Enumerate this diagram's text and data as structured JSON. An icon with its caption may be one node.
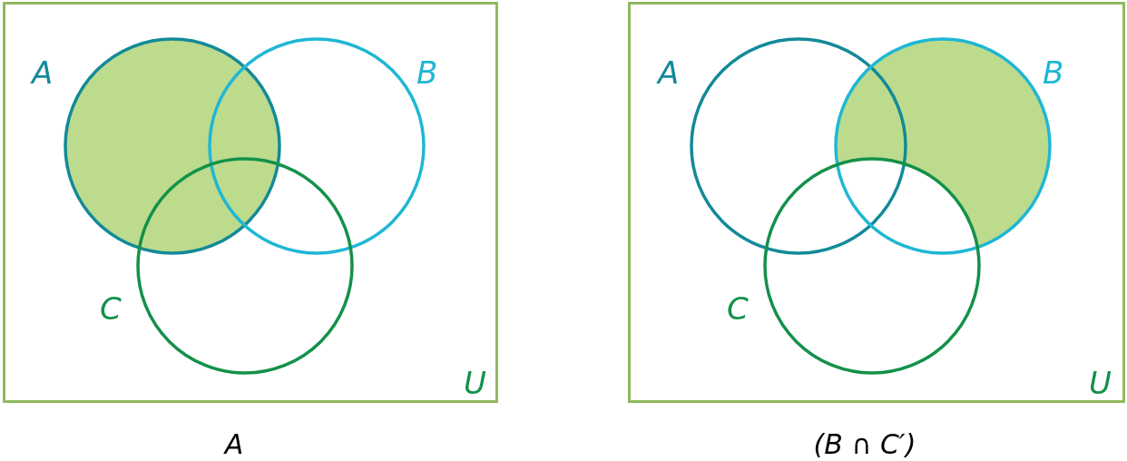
{
  "diagram": {
    "nodes": [
      {
        "text": [
          "U"
        ],
        "beside": [
          "A"
        ]
      },
      {
        "text": [
          "A"
        ],
        "in": 0
      },
      {
        "text": [
          "B"
        ],
        "in": 0
      },
      {
        "text": [
          "C"
        ],
        "in": 0
      },
      {
        "text": [
          "U"
        ],
        "beside": [
          "(B ∩ C′)"
        ]
      },
      {
        "text": [
          "A"
        ],
        "in": 4
      },
      {
        "text": [
          "B"
        ],
        "in": 4
      },
      {
        "text": [
          "C"
        ],
        "in": 4
      }
    ],
    "edges": []
  }
}
